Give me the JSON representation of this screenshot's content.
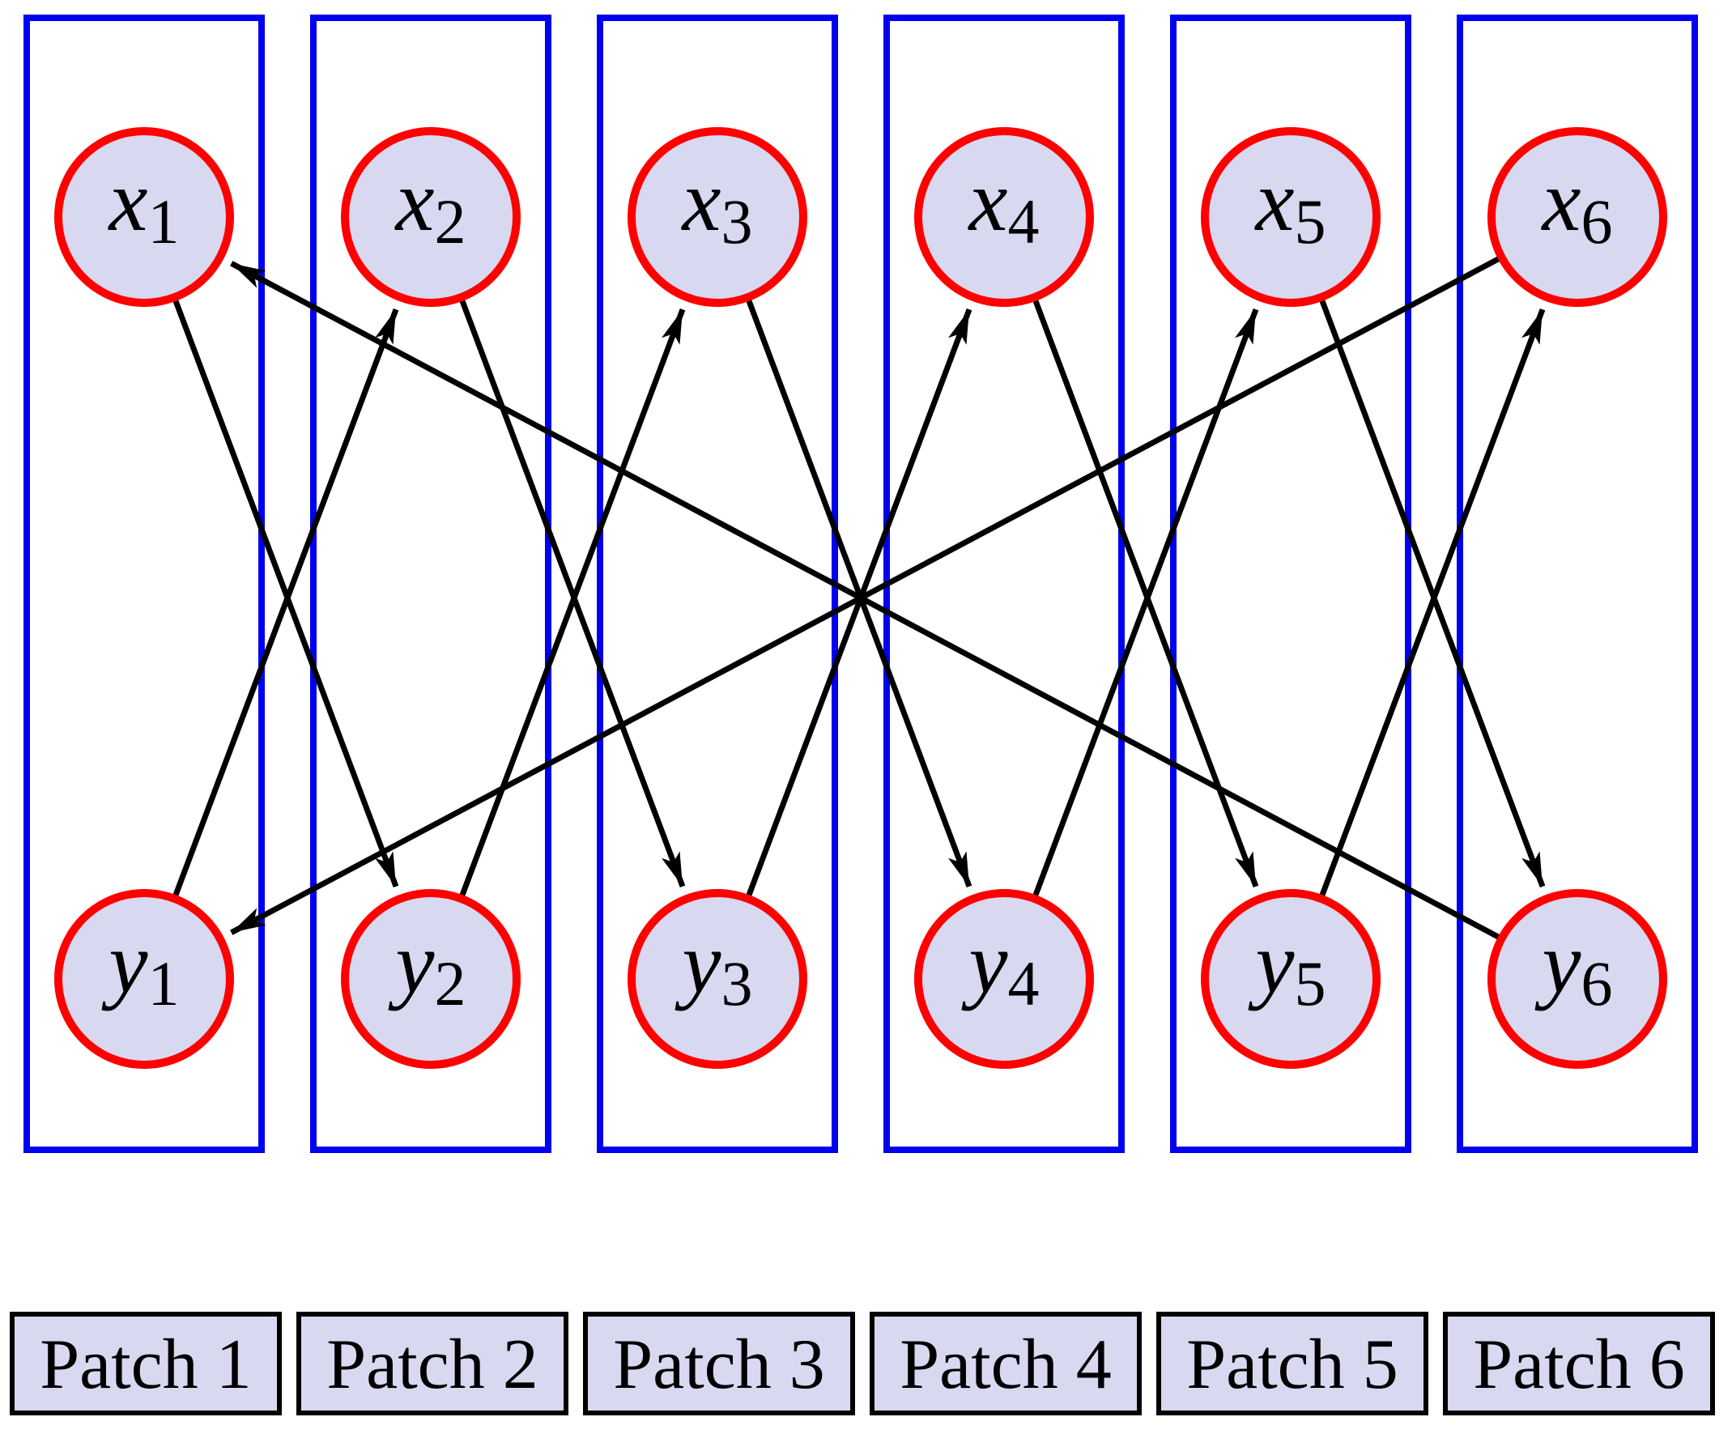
{
  "diagram": {
    "description": "Cyclic patch shift diagram: each top token x_i maps to bottom token y_(i+1) and each bottom token y_i maps to top token x_(i+1), wrapping around at the ends.",
    "top_nodes": [
      {
        "id": "x1",
        "var": "x",
        "sub": "1"
      },
      {
        "id": "x2",
        "var": "x",
        "sub": "2"
      },
      {
        "id": "x3",
        "var": "x",
        "sub": "3"
      },
      {
        "id": "x4",
        "var": "x",
        "sub": "4"
      },
      {
        "id": "x5",
        "var": "x",
        "sub": "5"
      },
      {
        "id": "x6",
        "var": "x",
        "sub": "6"
      }
    ],
    "bottom_nodes": [
      {
        "id": "y1",
        "var": "y",
        "sub": "1"
      },
      {
        "id": "y2",
        "var": "y",
        "sub": "2"
      },
      {
        "id": "y3",
        "var": "y",
        "sub": "3"
      },
      {
        "id": "y4",
        "var": "y",
        "sub": "4"
      },
      {
        "id": "y5",
        "var": "y",
        "sub": "5"
      },
      {
        "id": "y6",
        "var": "y",
        "sub": "6"
      }
    ],
    "patches": [
      {
        "label": "Patch 1"
      },
      {
        "label": "Patch 2"
      },
      {
        "label": "Patch 3"
      },
      {
        "label": "Patch 4"
      },
      {
        "label": "Patch 5"
      },
      {
        "label": "Patch 6"
      }
    ],
    "arrows": [
      {
        "from": "x1",
        "to": "y2"
      },
      {
        "from": "x2",
        "to": "y3"
      },
      {
        "from": "x3",
        "to": "y4"
      },
      {
        "from": "x4",
        "to": "y5"
      },
      {
        "from": "x5",
        "to": "y6"
      },
      {
        "from": "x6",
        "to": "y1"
      },
      {
        "from": "y1",
        "to": "x2"
      },
      {
        "from": "y2",
        "to": "x3"
      },
      {
        "from": "y3",
        "to": "x4"
      },
      {
        "from": "y4",
        "to": "x5"
      },
      {
        "from": "y5",
        "to": "x6"
      },
      {
        "from": "y6",
        "to": "x1"
      }
    ],
    "colors": {
      "background": "#ffffff",
      "column_border": "#0000f0",
      "node_border": "#ff0000",
      "node_fill": "#d8d8f0",
      "patch_fill": "#d8d8f0",
      "patch_border": "#000000",
      "arrow": "#000000",
      "label": "#000000"
    }
  }
}
